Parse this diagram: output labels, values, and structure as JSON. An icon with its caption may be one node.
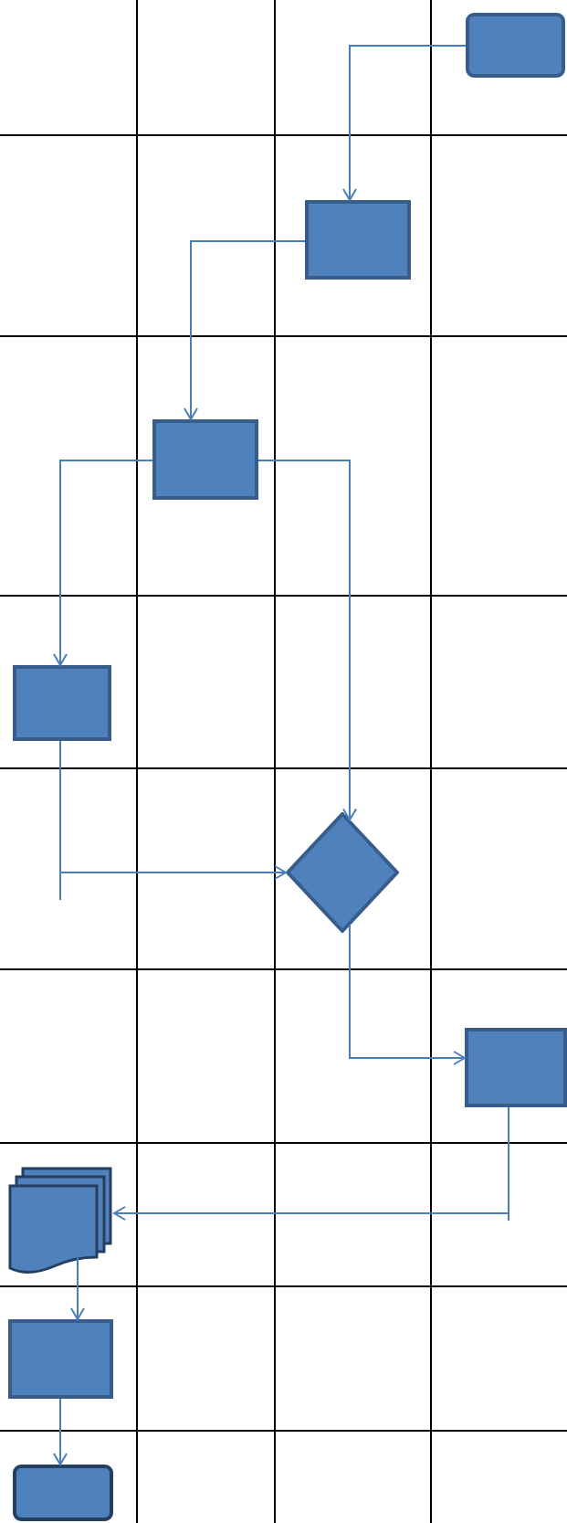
{
  "diagram": {
    "nodes": [
      {
        "text": [],
        "shape": "terminal"
      },
      {
        "text": [],
        "shape": "box"
      },
      {
        "text": [],
        "shape": "box"
      },
      {
        "text": [],
        "shape": "box"
      },
      {
        "text": [],
        "shape": "diamond"
      },
      {
        "text": [],
        "shape": "box"
      },
      {
        "text": [],
        "shape": "document"
      },
      {
        "text": [],
        "shape": "box"
      },
      {
        "text": [],
        "shape": "terminal"
      }
    ],
    "edges": [
      {
        "from": 0,
        "to": 1,
        "arrow": "to"
      },
      {
        "from": 1,
        "to": 2,
        "arrow": "to"
      },
      {
        "from": 2,
        "to": 3,
        "arrow": "to"
      },
      {
        "from": 2,
        "to": 4,
        "arrow": "to"
      },
      {
        "from": 3,
        "to": 4,
        "arrow": "to"
      },
      {
        "from": 4,
        "to": 5,
        "arrow": "to"
      },
      {
        "from": 5,
        "to": 6,
        "arrow": "to"
      },
      {
        "from": 6,
        "to": 7,
        "arrow": "to"
      },
      {
        "from": 7,
        "to": 8,
        "arrow": "to"
      }
    ]
  }
}
